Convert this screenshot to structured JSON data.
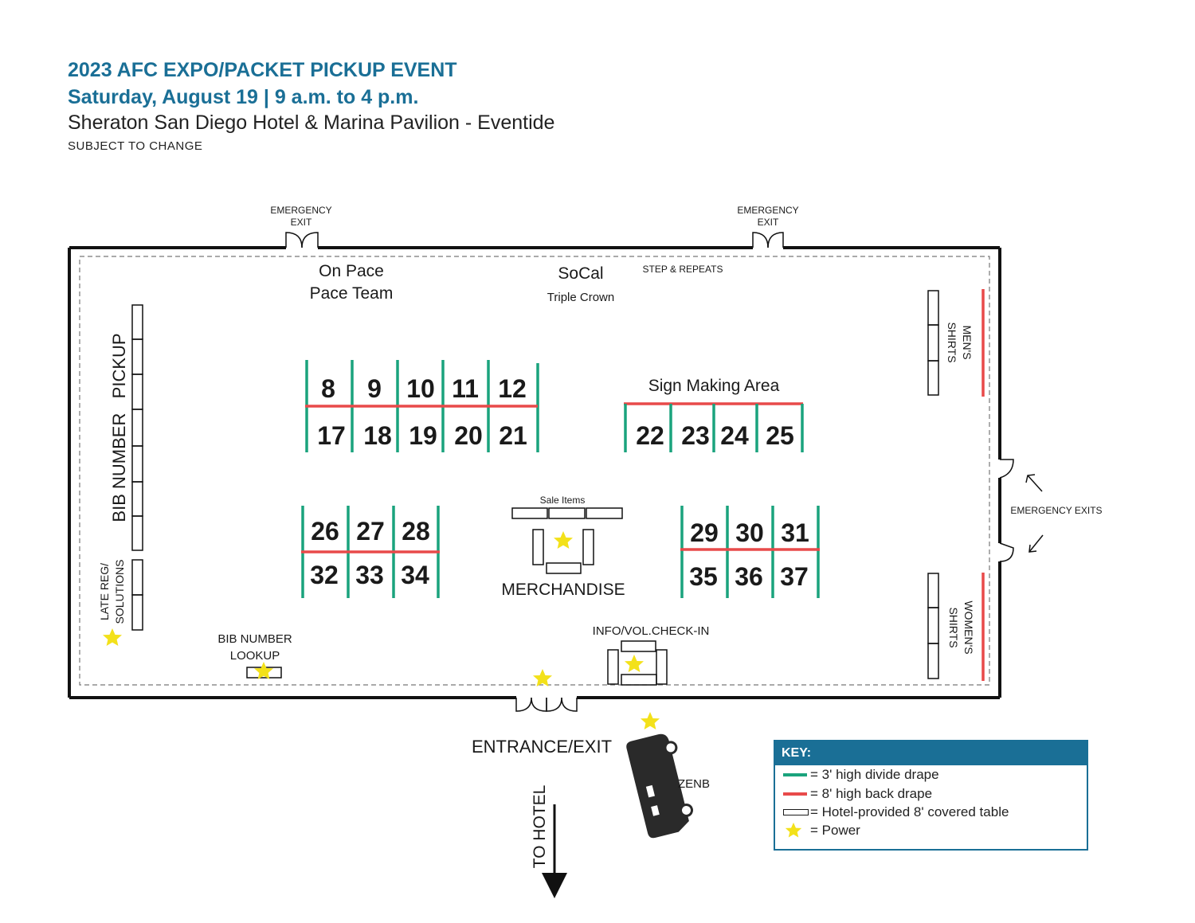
{
  "header": {
    "title": "2023 AFC EXPO/PACKET PICKUP EVENT",
    "date": "Saturday, August 19 | 9 a.m. to 4 p.m.",
    "venue": "Sheraton San Diego Hotel & Marina Pavilion - Eventide",
    "note": "SUBJECT TO CHANGE"
  },
  "labels": {
    "emergency_exit_1a": "EMERGENCY",
    "emergency_exit_1b": "EXIT",
    "emergency_exit_2a": "EMERGENCY",
    "emergency_exit_2b": "EXIT",
    "on_pace_1": "On Pace",
    "on_pace_2": "Pace Team",
    "socal": "SoCal",
    "triple_crown": "Triple Crown",
    "step_repeats": "STEP & REPEATS",
    "bib_pickup": "BIB NUMBER   PICKUP",
    "late_reg_1": "LATE REG/",
    "late_reg_2": "SOLUTIONS",
    "mens_1": "MEN'S",
    "mens_2": "SHIRTS",
    "womens_1": "WOMEN'S",
    "womens_2": "SHIRTS",
    "emergency_exits": "EMERGENCY EXITS",
    "sign_making": "Sign Making Area",
    "sale_items": "Sale Items",
    "merchandise": "MERCHANDISE",
    "info_checkin": "INFO/VOL.CHECK-IN",
    "bib_lookup_1": "BIB NUMBER",
    "bib_lookup_2": "LOOKUP",
    "entrance": "ENTRANCE/EXIT",
    "zenb": "ZENB",
    "to_hotel": "TO HOTEL"
  },
  "booths": {
    "row1_top": [
      "8",
      "9",
      "10",
      "11",
      "12"
    ],
    "row1_bottom": [
      "17",
      "18",
      "19",
      "20",
      "21"
    ],
    "sign_area": [
      "22",
      "23",
      "24",
      "25"
    ],
    "left_top": [
      "26",
      "27",
      "28"
    ],
    "left_bottom": [
      "32",
      "33",
      "34"
    ],
    "right_top": [
      "29",
      "30",
      "31"
    ],
    "right_bottom": [
      "35",
      "36",
      "37"
    ]
  },
  "key": {
    "title": "KEY:",
    "items": [
      {
        "swatch": "teal-line",
        "label": "= 3' high divide drape"
      },
      {
        "swatch": "red-line",
        "label": "= 8' high back drape"
      },
      {
        "swatch": "table-rect",
        "label": "= Hotel-provided 8' covered table"
      },
      {
        "swatch": "star-icon",
        "label": "= Power"
      }
    ]
  },
  "colors": {
    "teal": "#1aa37d",
    "red": "#e84a4a",
    "blue": "#1a6f96",
    "star": "#f3e11a"
  }
}
